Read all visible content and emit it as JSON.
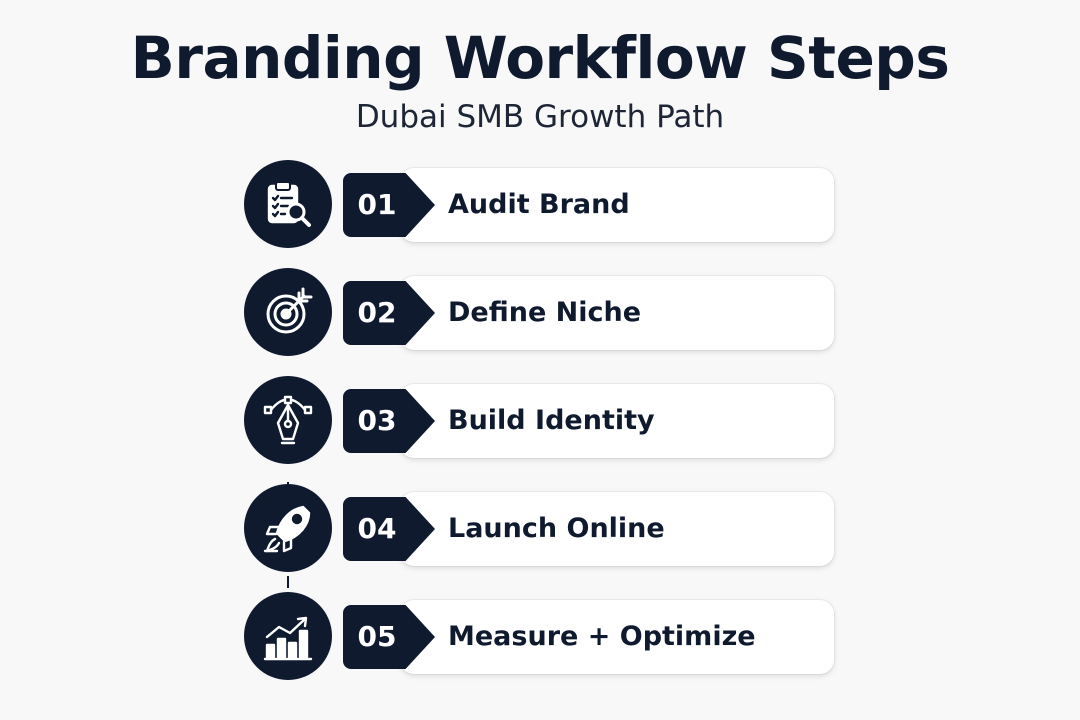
{
  "title": "Branding Workflow Steps",
  "subtitle": "Dubai SMB Growth Path",
  "colors": {
    "navy": "#0f1a2e",
    "card": "#ffffff",
    "background": "#f8f8f8"
  },
  "steps": [
    {
      "number": "01",
      "label": "Audit Brand",
      "icon": "clipboard-search-icon"
    },
    {
      "number": "02",
      "label": "Define Niche",
      "icon": "target-icon"
    },
    {
      "number": "03",
      "label": "Build Identity",
      "icon": "pen-tool-icon"
    },
    {
      "number": "04",
      "label": "Launch Online",
      "icon": "rocket-icon"
    },
    {
      "number": "05",
      "label": "Measure + Optimize",
      "icon": "growth-chart-icon"
    }
  ]
}
